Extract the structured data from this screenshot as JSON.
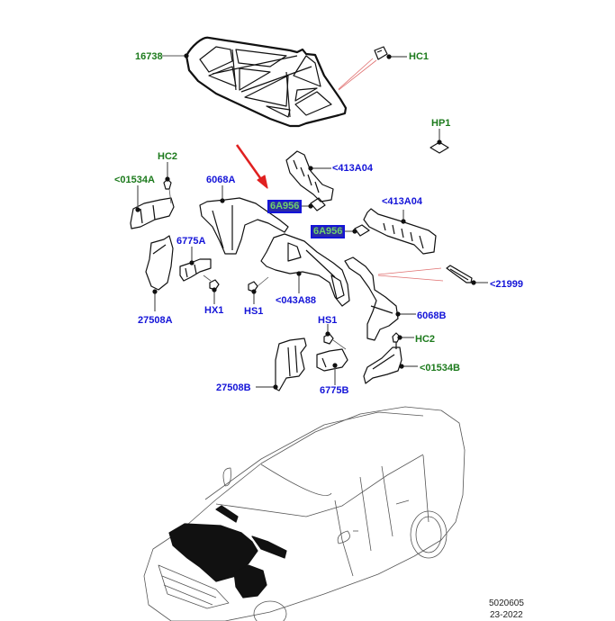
{
  "diagram": {
    "title": "Engine compartment insulators / cowl panels exploded view",
    "labels": {
      "l16738": "16738",
      "lHC1": "HC1",
      "lHP1": "HP1",
      "lHC2a": "HC2",
      "l01534A": "<01534A",
      "l6068A": "6068A",
      "l6A956a": "6A956",
      "l413A04a": "<413A04",
      "l413A04b": "<413A04",
      "l6A956b": "6A956",
      "l6775A": "6775A",
      "l27508A": "27508A",
      "lHX1": "HX1",
      "lHS1a": "HS1",
      "l043A88": "<043A88",
      "l21999": "<21999",
      "l6068B": "6068B",
      "lHS1b": "HS1",
      "lHC2b": "HC2",
      "l01534B": "<01534B",
      "l27508B": "27508B",
      "l6775B": "6775B"
    },
    "highlighted_part": "6A956",
    "colors": {
      "part_number_blue": "#1414d8",
      "fastener_green": "#1c7a1c",
      "arrow_red": "#e02020",
      "leader_red": "#e07070"
    }
  },
  "footer": {
    "code": "5020605",
    "date": "23-2022"
  }
}
